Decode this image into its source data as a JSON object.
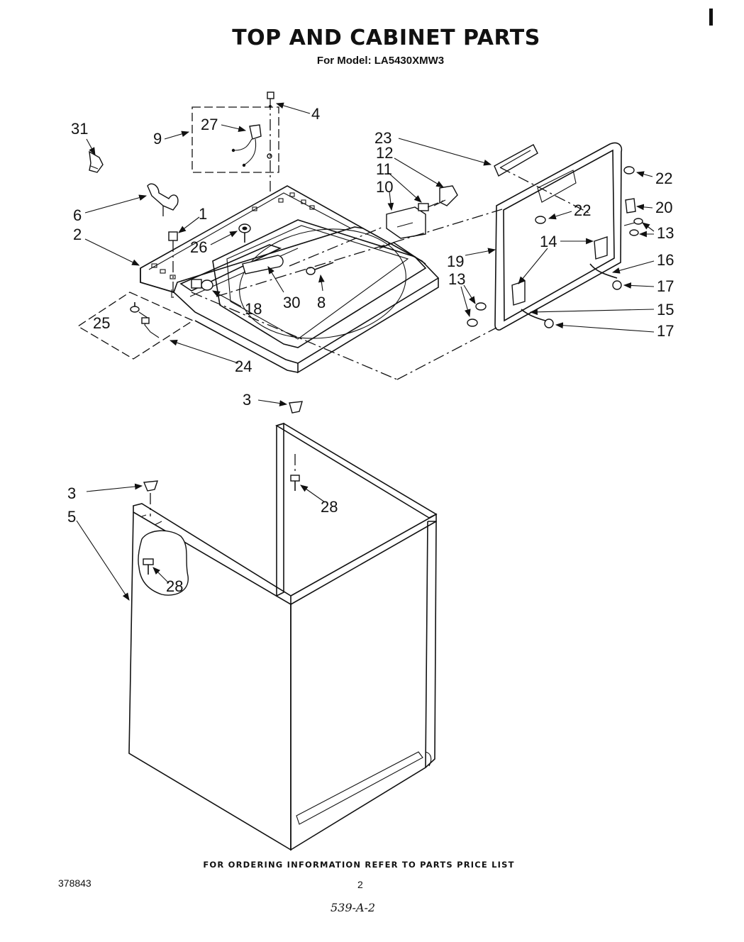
{
  "header": {
    "title": "TOP AND CABINET PARTS",
    "model": "For Model: LA5430XMW3"
  },
  "callouts": {
    "c31": "31",
    "c9": "9",
    "c27": "27",
    "c4": "4",
    "c6": "6",
    "c1": "1",
    "c2": "2",
    "c26": "26",
    "c25": "25",
    "c24": "24",
    "c18": "18",
    "c30": "30",
    "c8": "8",
    "c23": "23",
    "c12": "12",
    "c11": "11",
    "c10": "10",
    "c22a": "22",
    "c22b": "22",
    "c20": "20",
    "c13a": "13",
    "c14": "14",
    "c19": "19",
    "c16": "16",
    "c17a": "17",
    "c13b": "13",
    "c15": "15",
    "c17b": "17",
    "c3a": "3",
    "c3b": "3",
    "c5": "5",
    "c28a": "28",
    "c28b": "28"
  },
  "footer": {
    "ordering_note": "FOR ORDERING INFORMATION REFER TO PARTS PRICE LIST",
    "doc_number": "378843",
    "page_number": "2",
    "handwritten_note": "539-A-2"
  }
}
